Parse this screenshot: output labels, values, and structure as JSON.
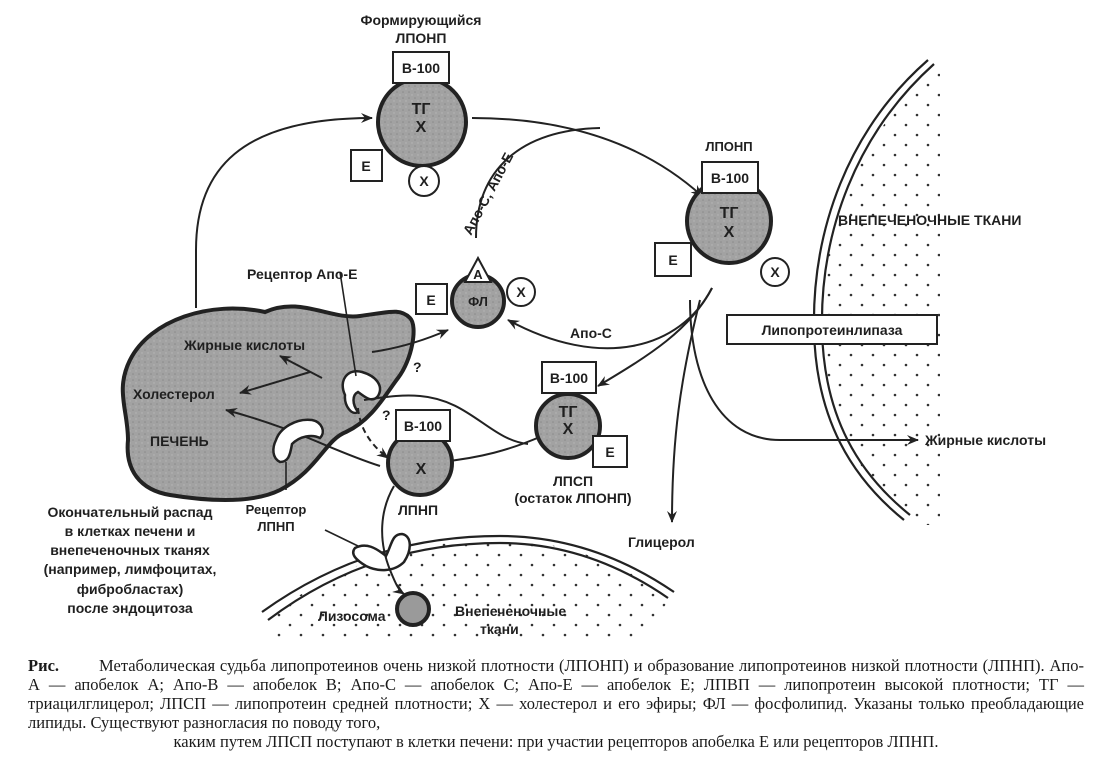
{
  "diagram": {
    "forming_vldl": {
      "title_line1": "Формирующийся",
      "title_line2": "ЛПОНП",
      "apo_b": "B-100",
      "core_tg": "ТГ",
      "core_x": "X",
      "apo_e": "E",
      "ester_x": "X"
    },
    "vldl": {
      "title": "ЛПОНП",
      "apo_b": "B-100",
      "core_tg": "ТГ",
      "core_x": "X",
      "apo_e": "E",
      "ester_x": "X"
    },
    "hdl": {
      "apo_a": "A",
      "core": "ФЛ",
      "apo_e": "E",
      "ester_x": "X"
    },
    "idl": {
      "apo_b": "B-100",
      "core_tg": "ТГ",
      "core_x": "X",
      "apo_e": "E",
      "title_line1": "ЛПСП",
      "title_line2": "(остаток ЛПОНП)"
    },
    "ldl": {
      "apo_b": "B-100",
      "core_x": "X",
      "title": "ЛПНП"
    },
    "liver": {
      "label": "ПЕЧЕНЬ",
      "fatty_acids": "Жирные кислоты",
      "cholesterol": "Холестерол"
    },
    "labels": {
      "apo_c_apo_e": "Апо-С,  Апо-Е",
      "apo_c": "Апо-С",
      "apo_e_receptor": "Рецептор Апо-Е",
      "ldl_receptor_line1": "Рецептор",
      "ldl_receptor_line2": "ЛПНП",
      "question_1": "?",
      "question_2": "?",
      "extrahepatic_tissues": "ВНЕПЕЧЕНОЧНЫЕ ТКАНИ",
      "lipoprotein_lipase": "Липопротеинлипаза",
      "fatty_acids_out": "Жирные кислоты",
      "glycerol": "Глицерол",
      "lysosome": "Лизосома",
      "extrahepatic_small_line1": "Внепеченочные",
      "extrahepatic_small_line2": "ткани",
      "final_breakdown": [
        "Окончательный распад",
        "в клетках печени и",
        "внепеченочных тканях",
        "(например, лимфоцитах,",
        "фибробластах)",
        "после эндоцитоза"
      ]
    }
  },
  "caption": {
    "lead": "Рис.",
    "body": "Метаболическая судьба липопротеинов очень низкой плотности (ЛПОНП) и образование липопротеинов низкой плотности (ЛПНП). Апо-А — апобелок А; Апо-В — апобелок В; Апо-С — апобелок С; Апо-Е — апобелок Е; ЛПВП — липопротеин высокой плотности; ТГ — триацилглицерол; ЛПСП — липопротеин средней плотности; Х — холестерол и его эфиры; ФЛ — фосфолипид. Указаны только преобладающие липиды. Существуют разногласия по поводу того,",
    "last_line": "каким путем ЛПСП поступают в клетки печени: при участии рецепторов апобелка Е или рецепторов ЛПНП."
  }
}
